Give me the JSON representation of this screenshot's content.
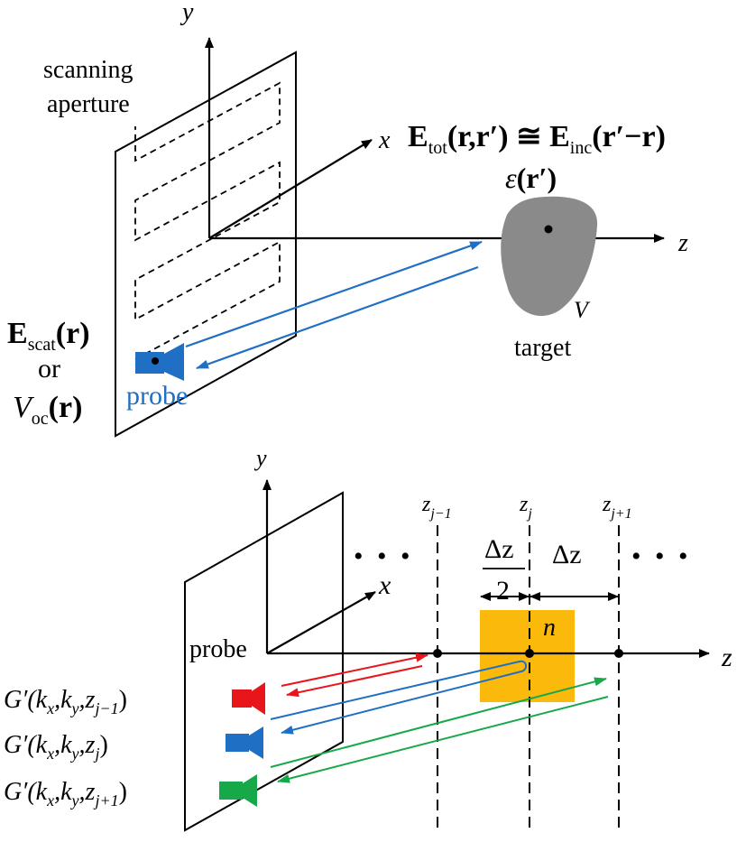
{
  "top": {
    "axis_y": "y",
    "axis_x": "x",
    "axis_z": "z",
    "aperture_label_line1": "scanning",
    "aperture_label_line2": "aperture",
    "eq_E": "E",
    "eq_tot": "tot",
    "eq_mid": "(r,r′) ≅ ",
    "eq_E2": "E",
    "eq_inc": "inc",
    "eq_end": "(r′−r)",
    "eps_symbol": "ε",
    "eps_arg": "(r′)",
    "volume_label": "V",
    "target_label": "target",
    "escat_E": "E",
    "escat_sub": "scat",
    "escat_arg": "(r)",
    "or_label": "or",
    "voc_V": "V",
    "voc_sub": "oc",
    "voc_arg": "(r)",
    "probe_label": "probe"
  },
  "bottom": {
    "axis_y": "y",
    "axis_x": "x",
    "axis_z": "z",
    "probe_label": "probe",
    "zjm1_z": "z",
    "zjm1_sub": "j−1",
    "zj_z": "z",
    "zj_sub": "j",
    "zjp1_z": "z",
    "zjp1_sub": "j+1",
    "dz_half_num": "Δz",
    "dz_half_den": "2",
    "dz_label": "Δz",
    "n_label": "n",
    "dots_left": "• • •",
    "dots_right": "• • •",
    "g1_pre": "G′(k",
    "g1_x": "x",
    "g1_mid1": ",k",
    "g1_y": "y",
    "g1_mid2": ",z",
    "g1_sub": "j−1",
    "g1_end": ")",
    "g2_pre": "G′(k",
    "g2_x": "x",
    "g2_mid1": ",k",
    "g2_y": "y",
    "g2_mid2": ",z",
    "g2_sub": "j",
    "g2_end": ")",
    "g3_pre": "G′(k",
    "g3_x": "x",
    "g3_mid1": ",k",
    "g3_y": "y",
    "g3_mid2": ",z",
    "g3_sub": "j+1",
    "g3_end": ")"
  },
  "colors": {
    "blue": "#1f6fc5",
    "red": "#e8151b",
    "green": "#17a84a",
    "orange": "#fbb90b",
    "target_gray": "#8a8a8a"
  }
}
